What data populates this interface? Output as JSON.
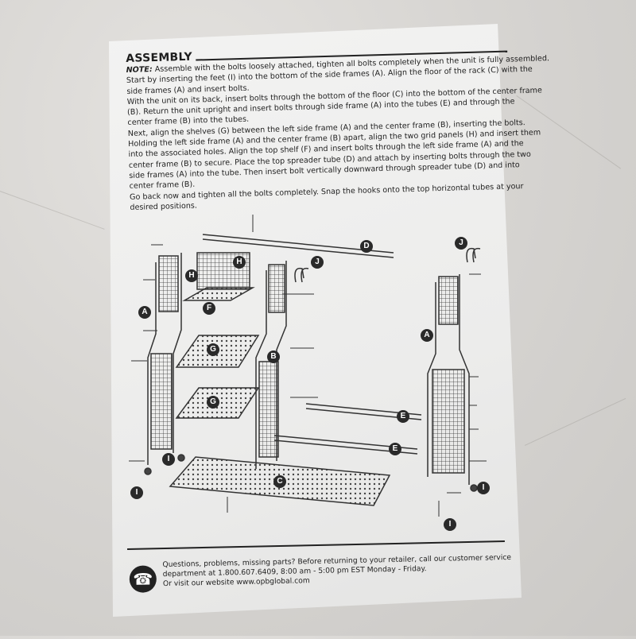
{
  "document": {
    "title": "ASSEMBLY",
    "note_label": "NOTE:",
    "lines": [
      "Assemble with the bolts loosely attached, tighten all bolts completely when the unit is fully assembled.",
      "Start by inserting the feet (I) into the bottom of the side frames (A).  Align the floor of the rack (C) with the",
      "side frames (A) and insert bolts.",
      "With the unit on its back, insert bolts through the bottom of the floor (C) into the bottom of the center frame",
      "(B).  Return the unit upright and insert bolts through side frame (A) into the tubes (E) and through the",
      "center frame (B) into the tubes.",
      "Next, align the shelves (G) between the left side frame (A) and the center frame (B), inserting the bolts.",
      "Holding the left side frame (A) and the center frame (B) apart, align the two grid panels (H) and insert them",
      "into the associated holes.  Align the top shelf (F) and insert bolts through the left side frame (A) and the",
      "center frame (B) to secure.  Place the top spreader tube (D) and attach by inserting bolts through the two",
      "side frames (A) into the tube. Then insert bolt vertically downward through spreader tube (D) and into",
      "center frame (B).",
      "Go back now and tighten all the bolts completely.  Snap the hooks onto the top horizontal tubes at your",
      "desired positions."
    ]
  },
  "diagram_labels": [
    "D",
    "H",
    "H",
    "J",
    "J",
    "F",
    "A",
    "A",
    "G",
    "B",
    "G",
    "E",
    "E",
    "C",
    "I",
    "I",
    "I",
    "I"
  ],
  "footer": {
    "icon": "telephone-icon",
    "lines": [
      "Questions, problems, missing parts?  Before returning to your retailer, call our customer service",
      "department at  1.800.607.6409, 8:00 am - 5:00 pm EST Monday - Friday.",
      "Or visit our website www.opbglobal.com"
    ]
  }
}
